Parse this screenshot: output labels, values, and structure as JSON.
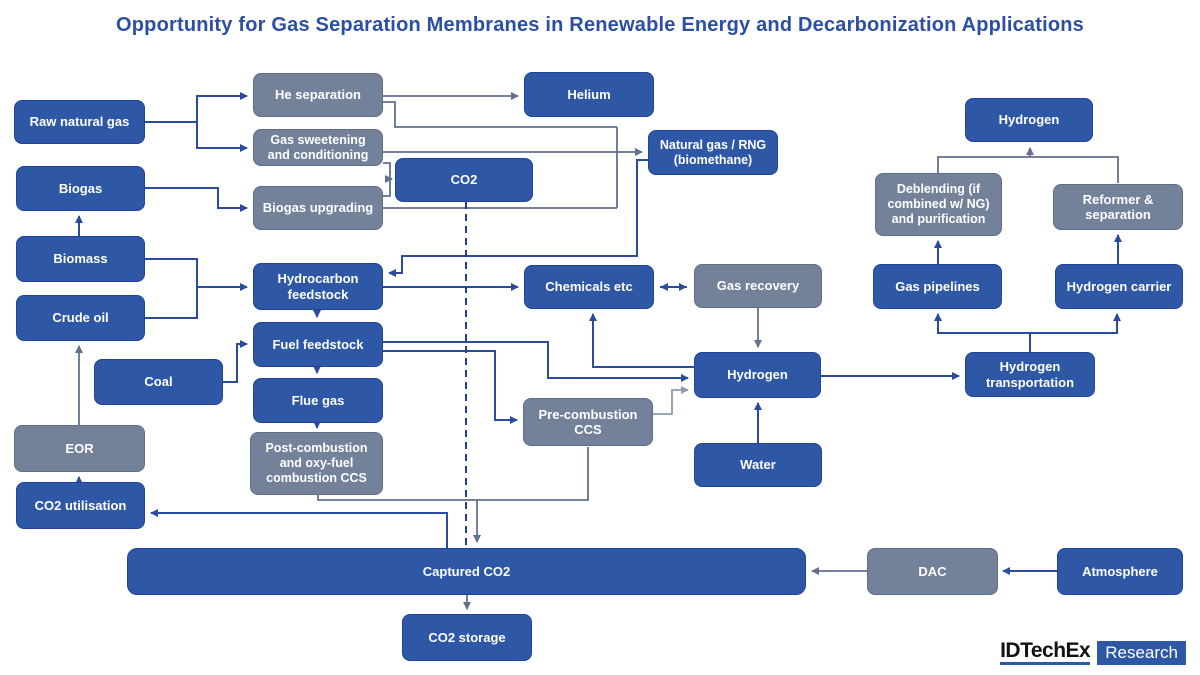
{
  "title": "Opportunity for Gas Separation Membranes in Renewable Energy and Decarbonization Applications",
  "logo": {
    "brand": "IDTechEx",
    "suffix": "Research"
  },
  "colors": {
    "box_blue": "#2e57a6",
    "box_gray": "#74819b",
    "line_blue": "#2a4c9f",
    "line_gray": "#62718f",
    "line_light": "#8c9ab1",
    "dashed_navy": "#233f8e",
    "title_blue": "#2b4fa2",
    "text_white": "#ffffff"
  },
  "nodes": {
    "raw_natural_gas": {
      "label": "Raw natural gas",
      "style": "blue"
    },
    "biogas": {
      "label": "Biogas",
      "style": "blue"
    },
    "biomass": {
      "label": "Biomass",
      "style": "blue"
    },
    "crude_oil": {
      "label": "Crude oil",
      "style": "blue"
    },
    "coal": {
      "label": "Coal",
      "style": "blue"
    },
    "eor": {
      "label": "EOR",
      "style": "gray"
    },
    "co2_utilisation": {
      "label": "CO2 utilisation",
      "style": "blue"
    },
    "he_separation": {
      "label": "He separation",
      "style": "gray"
    },
    "gas_sweetening": {
      "label": "Gas sweetening and conditioning",
      "style": "gray"
    },
    "biogas_upgrading": {
      "label": "Biogas upgrading",
      "style": "gray"
    },
    "co2": {
      "label": "CO2",
      "style": "blue"
    },
    "hydrocarbon_feedstock": {
      "label": "Hydrocarbon feedstock",
      "style": "blue"
    },
    "fuel_feedstock": {
      "label": "Fuel feedstock",
      "style": "blue"
    },
    "flue_gas": {
      "label": "Flue gas",
      "style": "blue"
    },
    "post_combustion_ccs": {
      "label": "Post-combustion and oxy-fuel combustion CCS",
      "style": "gray"
    },
    "helium": {
      "label": "Helium",
      "style": "blue"
    },
    "natural_gas_rng": {
      "label": "Natural gas / RNG (biomethane)",
      "style": "blue"
    },
    "chemicals": {
      "label": "Chemicals etc",
      "style": "blue"
    },
    "gas_recovery": {
      "label": "Gas recovery",
      "style": "gray"
    },
    "pre_combustion_ccs": {
      "label": "Pre-combustion CCS",
      "style": "gray"
    },
    "hydrogen_mid": {
      "label": "Hydrogen",
      "style": "blue"
    },
    "water": {
      "label": "Water",
      "style": "blue"
    },
    "hydrogen_top": {
      "label": "Hydrogen",
      "style": "blue"
    },
    "deblending": {
      "label": "Deblending (if combined w/ NG) and purification",
      "style": "gray"
    },
    "reformer": {
      "label": "Reformer & separation",
      "style": "gray"
    },
    "gas_pipelines": {
      "label": "Gas pipelines",
      "style": "blue"
    },
    "hydrogen_carrier": {
      "label": "Hydrogen carrier",
      "style": "blue"
    },
    "hydrogen_transportation": {
      "label": "Hydrogen transportation",
      "style": "blue"
    },
    "captured_co2": {
      "label": "Captured CO2",
      "style": "blue"
    },
    "dac": {
      "label": "DAC",
      "style": "gray"
    },
    "atmosphere": {
      "label": "Atmosphere",
      "style": "blue"
    },
    "co2_storage": {
      "label": "CO2 storage",
      "style": "blue"
    }
  },
  "edges": [
    {
      "from": "Raw natural gas",
      "to": "He separation",
      "color": "blue"
    },
    {
      "from": "Raw natural gas",
      "to": "Gas sweetening and conditioning",
      "color": "blue"
    },
    {
      "from": "Biogas",
      "to": "Biogas upgrading",
      "color": "blue"
    },
    {
      "from": "Biomass",
      "to": "Biogas",
      "color": "blue"
    },
    {
      "from": "Biomass",
      "to": "Hydrocarbon feedstock",
      "color": "blue"
    },
    {
      "from": "Crude oil",
      "to": "Hydrocarbon feedstock",
      "color": "blue"
    },
    {
      "from": "He separation",
      "to": "Helium",
      "color": "gray"
    },
    {
      "from": "He separation",
      "to": "Natural gas / RNG (biomethane)",
      "color": "gray"
    },
    {
      "from": "Gas sweetening and conditioning",
      "to": "Natural gas / RNG (biomethane)",
      "color": "gray"
    },
    {
      "from": "Gas sweetening and conditioning",
      "to": "CO2",
      "color": "gray"
    },
    {
      "from": "Biogas upgrading",
      "to": "CO2",
      "color": "gray"
    },
    {
      "from": "Biogas upgrading",
      "to": "Natural gas / RNG (biomethane)",
      "color": "gray"
    },
    {
      "from": "CO2",
      "to": "Captured CO2",
      "color": "navy",
      "style": "dashed"
    },
    {
      "from": "Natural gas / RNG (biomethane)",
      "to": "Hydrocarbon feedstock",
      "color": "blue"
    },
    {
      "from": "Hydrocarbon feedstock",
      "to": "Chemicals etc",
      "color": "blue"
    },
    {
      "from": "Hydrocarbon feedstock",
      "to": "Fuel feedstock",
      "color": "blue"
    },
    {
      "from": "Coal",
      "to": "Fuel feedstock",
      "color": "blue"
    },
    {
      "from": "Fuel feedstock",
      "to": "Flue gas",
      "color": "blue"
    },
    {
      "from": "Fuel feedstock",
      "to": "Hydrogen",
      "color": "blue"
    },
    {
      "from": "Fuel feedstock",
      "to": "Pre-combustion CCS",
      "color": "blue"
    },
    {
      "from": "Flue gas",
      "to": "Post-combustion and oxy-fuel combustion CCS",
      "color": "blue"
    },
    {
      "from": "Post-combustion and oxy-fuel combustion CCS",
      "to": "Captured CO2",
      "color": "gray"
    },
    {
      "from": "Pre-combustion CCS",
      "to": "Captured CO2",
      "color": "gray"
    },
    {
      "from": "Pre-combustion CCS",
      "to": "Hydrogen",
      "color": "light"
    },
    {
      "from": "Chemicals etc",
      "to": "Gas recovery",
      "color": "blue",
      "direction": "bidirectional"
    },
    {
      "from": "Gas recovery",
      "to": "Hydrogen",
      "color": "gray"
    },
    {
      "from": "Water",
      "to": "Hydrogen",
      "color": "blue"
    },
    {
      "from": "Hydrogen",
      "to": "Chemicals etc",
      "color": "blue"
    },
    {
      "from": "Hydrogen",
      "to": "Hydrogen transportation",
      "color": "blue"
    },
    {
      "from": "Hydrogen transportation",
      "to": "Gas pipelines",
      "color": "blue"
    },
    {
      "from": "Hydrogen transportation",
      "to": "Hydrogen carrier",
      "color": "blue"
    },
    {
      "from": "Gas pipelines",
      "to": "Deblending (if combined w/ NG) and purification",
      "color": "blue"
    },
    {
      "from": "Hydrogen carrier",
      "to": "Reformer & separation",
      "color": "blue"
    },
    {
      "from": "Deblending (if combined w/ NG) and purification",
      "to": "Hydrogen (top)",
      "color": "gray"
    },
    {
      "from": "Reformer & separation",
      "to": "Hydrogen (top)",
      "color": "gray"
    },
    {
      "from": "Captured CO2",
      "to": "CO2 utilisation",
      "color": "blue"
    },
    {
      "from": "CO2 utilisation",
      "to": "EOR",
      "color": "blue"
    },
    {
      "from": "EOR",
      "to": "Crude oil",
      "color": "gray"
    },
    {
      "from": "Captured CO2",
      "to": "CO2 storage",
      "color": "gray"
    },
    {
      "from": "Atmosphere",
      "to": "DAC",
      "color": "blue"
    },
    {
      "from": "DAC",
      "to": "Captured CO2",
      "color": "gray"
    }
  ]
}
